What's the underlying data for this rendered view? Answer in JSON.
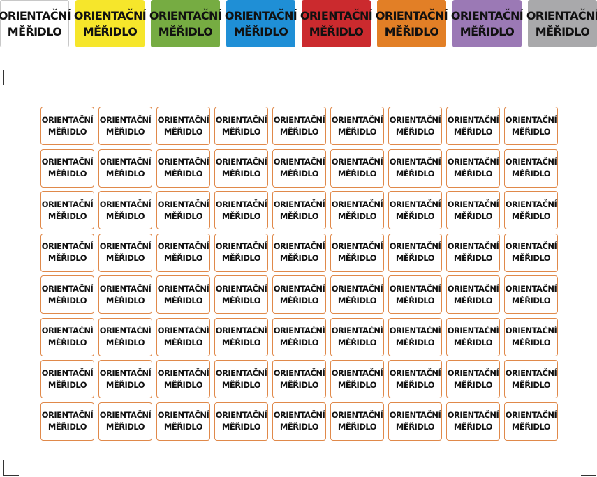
{
  "label_text": {
    "line1": "ORIENTAČNÍ",
    "line2": "MĚŘIDLO"
  },
  "swatches": [
    {
      "color_name": "white",
      "background": "#ffffff",
      "text_color": "#111111"
    },
    {
      "color_name": "yellow",
      "background": "#f6e62b",
      "text_color": "#111111"
    },
    {
      "color_name": "green",
      "background": "#76ac42",
      "text_color": "#111111"
    },
    {
      "color_name": "blue",
      "background": "#1f8fd6",
      "text_color": "#111111"
    },
    {
      "color_name": "red",
      "background": "#cb2a2e",
      "text_color": "#111111"
    },
    {
      "color_name": "orange",
      "background": "#e27f26",
      "text_color": "#111111"
    },
    {
      "color_name": "purple",
      "background": "#9b79b5",
      "text_color": "#111111"
    },
    {
      "color_name": "gray",
      "background": "#a9a9ab",
      "text_color": "#111111"
    }
  ],
  "sheet": {
    "rows": 8,
    "columns": 9,
    "label_border_color": "#e0894a"
  }
}
